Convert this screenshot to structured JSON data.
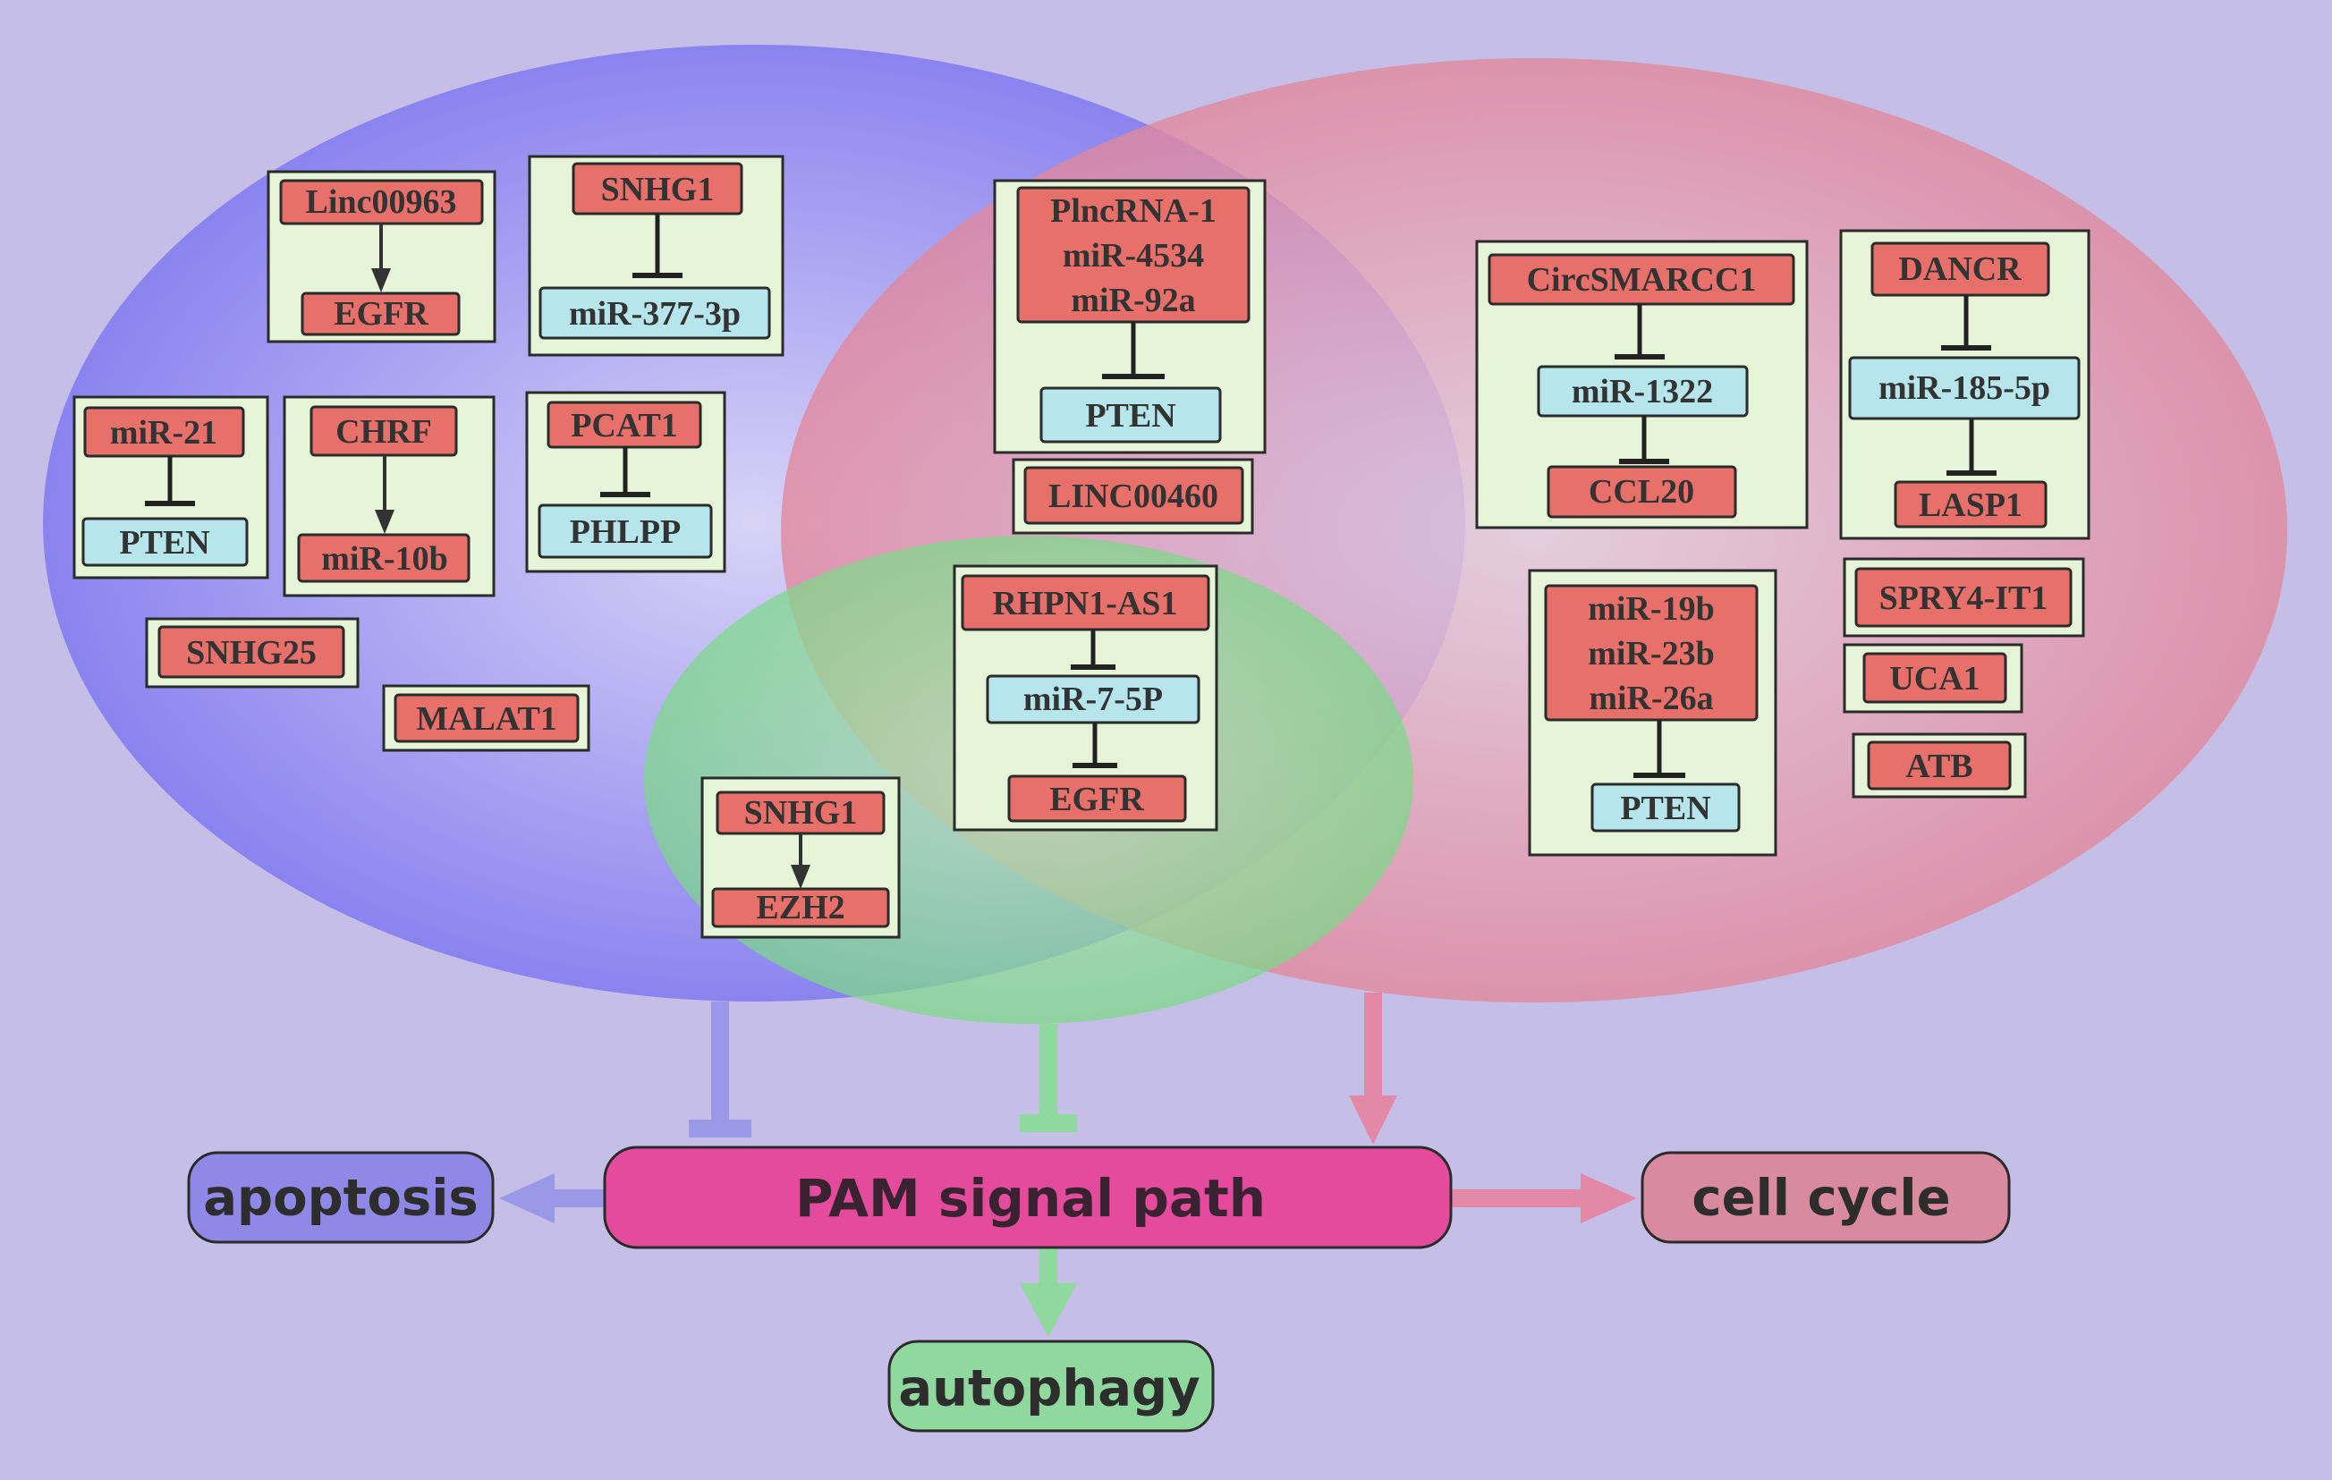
{
  "colors": {
    "background": "#c5bee6",
    "blue_circle": "#7b74ee",
    "red_circle": "#e0788e",
    "green_circle": "#7fdc8a",
    "lncrna_box": "#e8706a",
    "mirna_box": "#b6e6ec",
    "panel": "#e6f5d8",
    "pam_box": "#e54b9c",
    "apoptosis": "#8f88e6",
    "cell_cycle": "#d98aa0",
    "autophagy": "#8fd89e"
  },
  "blue_group": {
    "linc00963": {
      "top": "Linc00963",
      "bottom": "EGFR"
    },
    "snhg1_mir377": {
      "top": "SNHG1",
      "bottom": "miR-377-3p"
    },
    "mir21": {
      "top": "miR-21",
      "bottom": "PTEN"
    },
    "chrf": {
      "top": "CHRF",
      "bottom": "miR-10b"
    },
    "pcat1": {
      "top": "PCAT1",
      "bottom": "PHLPP"
    },
    "singles": [
      "SNHG25",
      "MALAT1"
    ]
  },
  "blue_red_overlap": {
    "plncrna": {
      "lines": [
        "PlncRNA-1",
        "miR-4534",
        "miR-92a"
      ],
      "target": "PTEN"
    },
    "single": "LINC00460"
  },
  "center_overlap": {
    "rhpn1": {
      "top": "RHPN1-AS1",
      "middle": "miR-7-5P",
      "bottom": "EGFR"
    }
  },
  "green_group": {
    "snhg1_ezh2": {
      "top": "SNHG1",
      "bottom": "EZH2"
    }
  },
  "red_group": {
    "circsmarcc1": {
      "top": "CircSMARCC1",
      "middle": "miR-1322",
      "bottom": "CCL20"
    },
    "dancr": {
      "top": "DANCR",
      "middle": "miR-185-5p",
      "bottom": "LASP1"
    },
    "mir19b": {
      "lines": [
        "miR-19b",
        "miR-23b",
        "miR-26a"
      ],
      "target": "PTEN"
    },
    "singles": [
      "SPRY4-IT1",
      "UCA1",
      "ATB"
    ]
  },
  "outcomes": {
    "pam": "PAM signal path",
    "apoptosis": "apoptosis",
    "cell_cycle": "cell cycle",
    "autophagy": "autophagy"
  }
}
